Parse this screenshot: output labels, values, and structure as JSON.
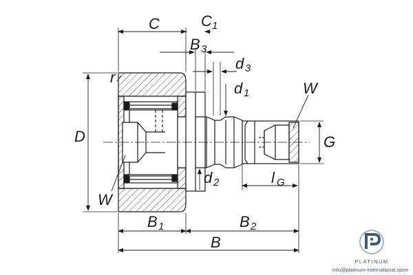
{
  "labels": {
    "C": "C",
    "C1": "C",
    "C1_sub": "1",
    "B3": "B",
    "B3_sub": "3",
    "d3": "d",
    "d3_sub": "3",
    "d1": "d",
    "d1_sub": "1",
    "r": "r",
    "W_top": "W",
    "D": "D",
    "G": "G",
    "d2": "d",
    "d2_sub": "2",
    "lG": "l",
    "lG_sub": "G",
    "W_bottom": "W",
    "B1": "B",
    "B1_sub": "1",
    "B2": "B",
    "B2_sub": "2",
    "B": "B"
  },
  "watermark": {
    "brand": "PLATINUM",
    "email": "info@platinum-international.store"
  },
  "colors": {
    "line": "#1a1a1a",
    "hatch": "#555555",
    "brand": "#3d5a7a"
  }
}
